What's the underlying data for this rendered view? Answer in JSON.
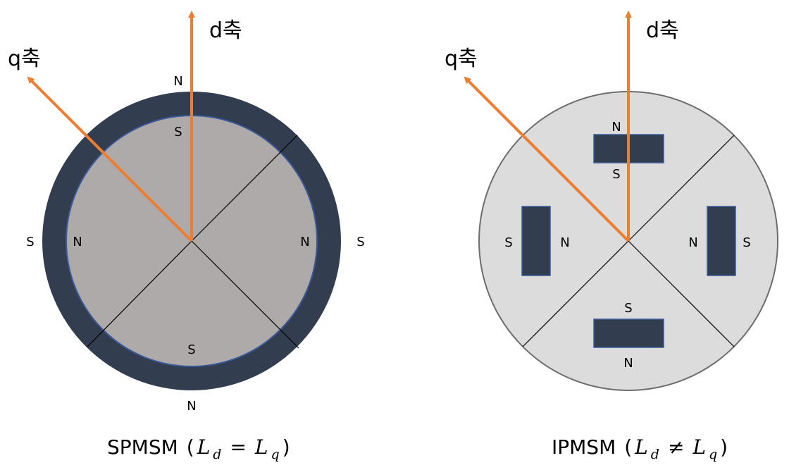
{
  "colors": {
    "axis": "#ed7d31",
    "magnet_dark": "#323d50",
    "spmsm_rotor": "#aeaaa9",
    "ipmsm_rotor": "#dcdcdc",
    "outline_blue": "#3b5998",
    "outline_gray": "#6d6d6d"
  },
  "spmsm": {
    "d_axis_label": "d축",
    "q_axis_label": "q축",
    "outer_labels": {
      "top": "N",
      "left": "S",
      "right": "S",
      "bottom": "N"
    },
    "inner_labels": {
      "top": "S",
      "left": "N",
      "right": "N",
      "bottom": "S"
    },
    "caption": {
      "name": "SPMSM",
      "open_paren": "(",
      "L1": "L",
      "sub1": "d",
      "operator": "=",
      "L2": "L",
      "sub2": "q",
      "close_paren": ")"
    }
  },
  "ipmsm": {
    "d_axis_label": "d축",
    "q_axis_label": "q축",
    "magnet_labels": {
      "top_outer": "N",
      "top_inner": "S",
      "left_outer": "S",
      "left_inner": "N",
      "right_outer": "S",
      "right_inner": "N",
      "bottom_outer": "N",
      "bottom_inner": "S"
    },
    "caption": {
      "name": "IPMSM",
      "open_paren": "(",
      "L1": "L",
      "sub1": "d",
      "operator": "≠",
      "L2": "L",
      "sub2": "q",
      "close_paren": ")"
    }
  }
}
